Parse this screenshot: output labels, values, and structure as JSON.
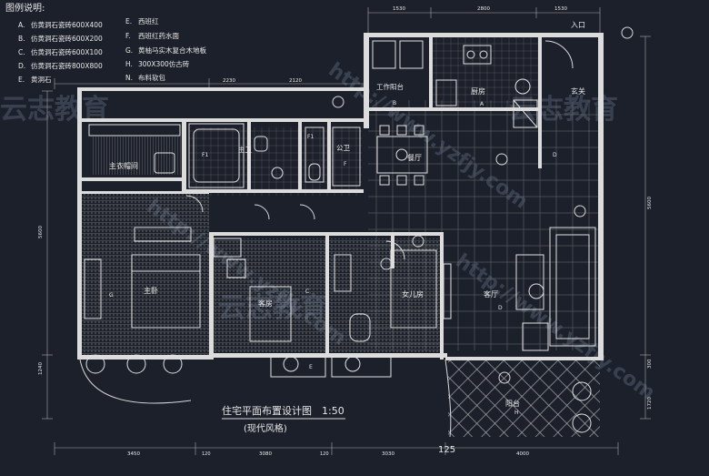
{
  "legend": {
    "title": "图例说明:",
    "items_left": [
      {
        "code": "A.",
        "text": "仿黄洞石瓷砖600X400"
      },
      {
        "code": "B.",
        "text": "仿黄洞石瓷砖600X200"
      },
      {
        "code": "C.",
        "text": "仿黄洞石瓷砖600X100"
      },
      {
        "code": "D.",
        "text": "仿黄洞石瓷砖800X800"
      },
      {
        "code": "E.",
        "text": "黄洞石"
      }
    ],
    "items_right": [
      {
        "code": "E.",
        "text": "西班红"
      },
      {
        "code": "F.",
        "text": "西班红药水面"
      },
      {
        "code": "G.",
        "text": "黄柚马实木复合木地板"
      },
      {
        "code": "H.",
        "text": "300X300仿古砖"
      },
      {
        "code": "N.",
        "text": "布料软包"
      }
    ]
  },
  "rooms": {
    "master_closet": "主衣帽间",
    "master_bedroom": "主卧",
    "master_bath": "主卫",
    "public_bath": "公卫",
    "kitchen": "厨房",
    "balcony_work": "工作阳台",
    "dining": "餐厅",
    "foyer": "玄关",
    "entrance": "入口",
    "guest_room": "客房",
    "daughter_room": "女儿房",
    "living": "客厅",
    "balcony": "阳台"
  },
  "material_tags": {
    "F1_a": "F1",
    "F1_b": "F1",
    "F": "F",
    "A": "A",
    "B": "B",
    "C": "C",
    "D": "D",
    "E": "E",
    "G": "G",
    "H": "H",
    "D_living": "D"
  },
  "dimensions": {
    "top_1": "1530",
    "top_2": "2800",
    "top_3": "1530",
    "top_left": "2230",
    "top_mid": "2120",
    "bottom_1": "3450",
    "bottom_2": "3080",
    "bottom_3": "3030",
    "bottom_4": "4000",
    "bottom_125": "125",
    "bottom_ticks": [
      "120",
      "120"
    ],
    "left_5600": "5600",
    "left_1240": "1240",
    "right_5600": "5600",
    "right_1720": "1720",
    "right_300": "300"
  },
  "drawing_title": {
    "main": "住宅平面布置设计图",
    "scale": "1:50",
    "sub": "(现代风格)"
  },
  "watermark": {
    "text": "http://www.yzfjy.com",
    "brand": "云志教育"
  },
  "colors": {
    "background": "#1c202b",
    "line": "#dcdcdc"
  }
}
